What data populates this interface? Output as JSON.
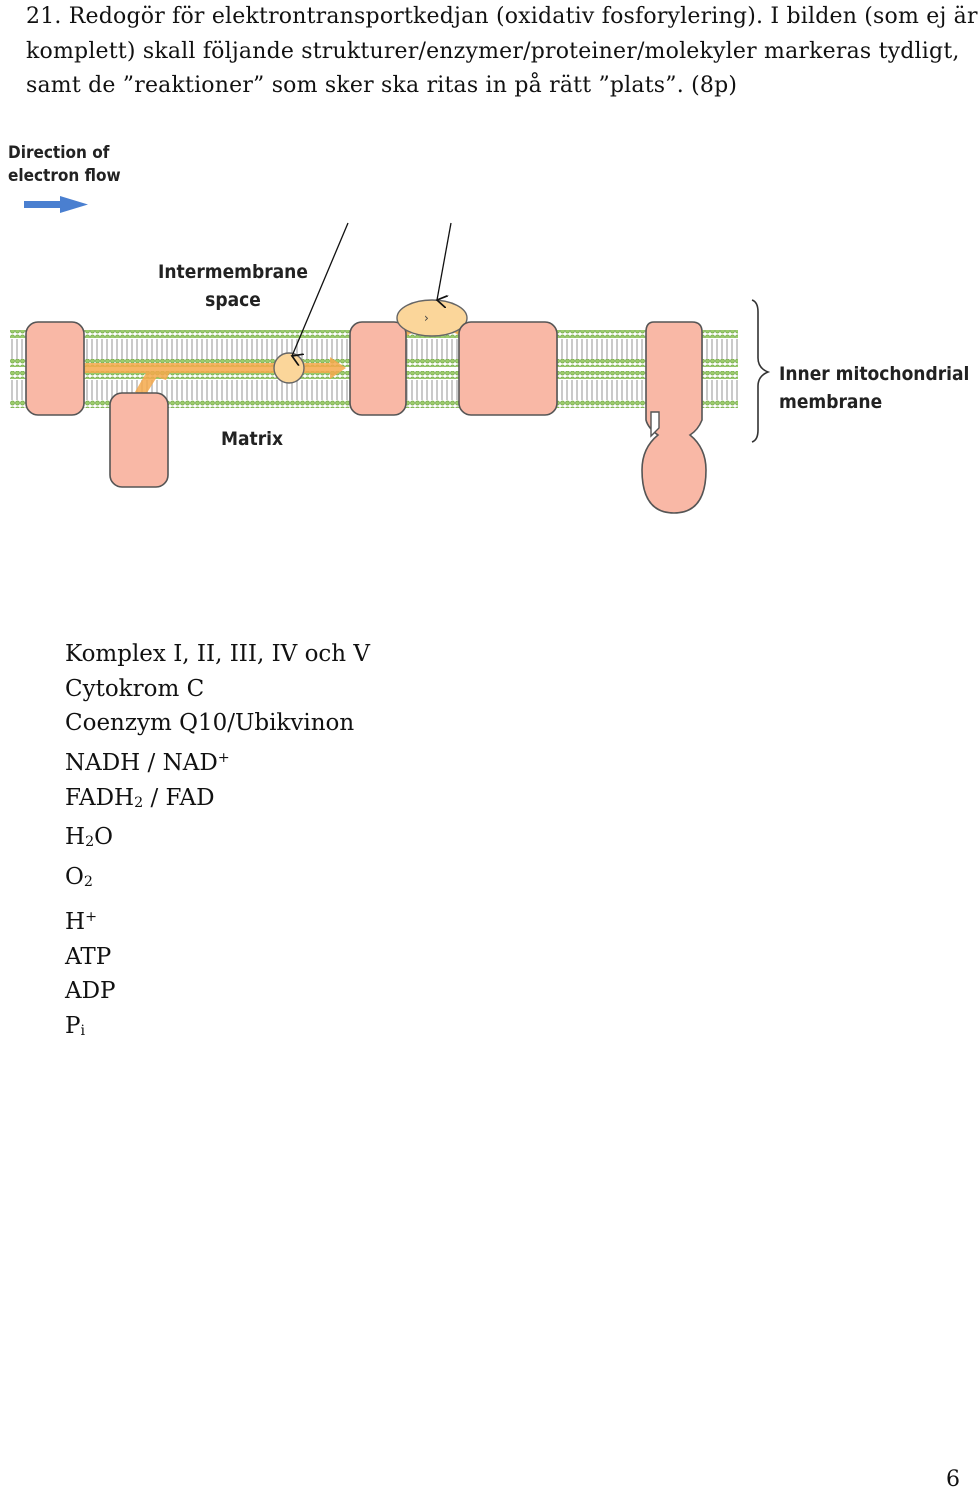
{
  "question": {
    "lines": [
      "21. Redogör för elektrontransportkedjan (oxidativ fosforylering). I bilden (som ej är",
      "komplett) skall följande strukturer/enzymer/proteiner/molekyler markeras tydligt,",
      "samt de ”reaktioner” som sker ska ritas in på rätt ”plats”. (8p)"
    ]
  },
  "diagram": {
    "direction_label": [
      "Direction of",
      "electron flow"
    ],
    "intermembrane_label": [
      "Intermembrane",
      "space"
    ],
    "matrix_label": "Matrix",
    "membrane_label": [
      "Inner mitochondrial",
      "membrane"
    ],
    "colors": {
      "protein_fill": "#f9b8a6",
      "protein_stroke": "#555555",
      "carrier_fill": "#fbd69a",
      "arrow": "#f5a94b",
      "direction_arrow": "#4a7fd0",
      "lipid_head": "#9bcc6b",
      "lipid_tail": "#c8c8c8"
    }
  },
  "items": [
    {
      "base": "Komplex I, II, III, IV och V",
      "sub": "",
      "mid": "",
      "sup": ""
    },
    {
      "base": "Cytokrom C",
      "sub": "",
      "mid": "",
      "sup": ""
    },
    {
      "base": "Coenzym Q10/Ubikvinon",
      "sub": "",
      "mid": "",
      "sup": ""
    },
    {
      "base": "NADH / NAD",
      "sub": "",
      "mid": "",
      "sup": "+"
    },
    {
      "base": "FADH",
      "sub": "2",
      "mid": " / FAD",
      "sup": ""
    },
    {
      "base": "H",
      "sub": "2",
      "mid": "O",
      "sup": ""
    },
    {
      "base": "O",
      "sub": "2",
      "mid": "",
      "sup": ""
    },
    {
      "base": "H",
      "sub": "",
      "mid": "",
      "sup": "+"
    },
    {
      "base": "ATP",
      "sub": "",
      "mid": "",
      "sup": ""
    },
    {
      "base": "ADP",
      "sub": "",
      "mid": "",
      "sup": ""
    },
    {
      "base": "P",
      "sub": "i",
      "mid": "",
      "sup": ""
    }
  ],
  "page_number": "6"
}
